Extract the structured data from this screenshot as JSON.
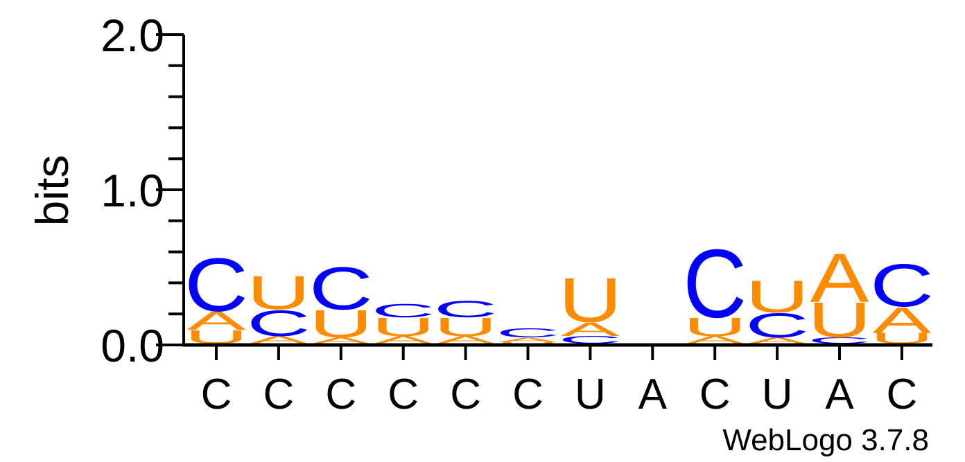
{
  "chart_data": {
    "type": "sequence-logo",
    "title": "",
    "ylabel": "bits",
    "ylim": [
      0,
      2.0
    ],
    "yticks": [
      "0.0",
      "1.0",
      "2.0"
    ],
    "colors": {
      "A": "#ff8c00",
      "U": "#ff8c00",
      "C": "#0000ff",
      "G": "#0000ff"
    },
    "positions": [
      {
        "label": "C",
        "stack": [
          {
            "letter": "U",
            "bits": 0.09
          },
          {
            "letter": "A",
            "bits": 0.12
          },
          {
            "letter": "C",
            "bits": 0.35
          }
        ]
      },
      {
        "label": "C",
        "stack": [
          {
            "letter": "A",
            "bits": 0.05
          },
          {
            "letter": "C",
            "bits": 0.17
          },
          {
            "letter": "U",
            "bits": 0.22
          }
        ]
      },
      {
        "label": "C",
        "stack": [
          {
            "letter": "A",
            "bits": 0.04
          },
          {
            "letter": "U",
            "bits": 0.18
          },
          {
            "letter": "C",
            "bits": 0.28
          }
        ]
      },
      {
        "label": "C",
        "stack": [
          {
            "letter": "A",
            "bits": 0.05
          },
          {
            "letter": "U",
            "bits": 0.12
          },
          {
            "letter": "C",
            "bits": 0.09
          }
        ]
      },
      {
        "label": "C",
        "stack": [
          {
            "letter": "A",
            "bits": 0.05
          },
          {
            "letter": "U",
            "bits": 0.12
          },
          {
            "letter": "C",
            "bits": 0.11
          }
        ]
      },
      {
        "label": "C",
        "stack": [
          {
            "letter": "U",
            "bits": 0.01
          },
          {
            "letter": "A",
            "bits": 0.03
          },
          {
            "letter": "C",
            "bits": 0.06
          }
        ]
      },
      {
        "label": "U",
        "stack": [
          {
            "letter": "C",
            "bits": 0.05
          },
          {
            "letter": "A",
            "bits": 0.09
          },
          {
            "letter": "U",
            "bits": 0.29
          }
        ]
      },
      {
        "label": "A",
        "stack": []
      },
      {
        "label": "C",
        "stack": [
          {
            "letter": "A",
            "bits": 0.05
          },
          {
            "letter": "U",
            "bits": 0.12
          },
          {
            "letter": "C",
            "bits": 0.45
          }
        ]
      },
      {
        "label": "U",
        "stack": [
          {
            "letter": "A",
            "bits": 0.04
          },
          {
            "letter": "C",
            "bits": 0.16
          },
          {
            "letter": "U",
            "bits": 0.21
          }
        ]
      },
      {
        "label": "A",
        "stack": [
          {
            "letter": "C",
            "bits": 0.04
          },
          {
            "letter": "U",
            "bits": 0.23
          },
          {
            "letter": "A",
            "bits": 0.32
          }
        ]
      },
      {
        "label": "C",
        "stack": [
          {
            "letter": "U",
            "bits": 0.07
          },
          {
            "letter": "A",
            "bits": 0.17
          },
          {
            "letter": "C",
            "bits": 0.28
          }
        ]
      }
    ]
  },
  "credit": "WebLogo 3.7.8"
}
